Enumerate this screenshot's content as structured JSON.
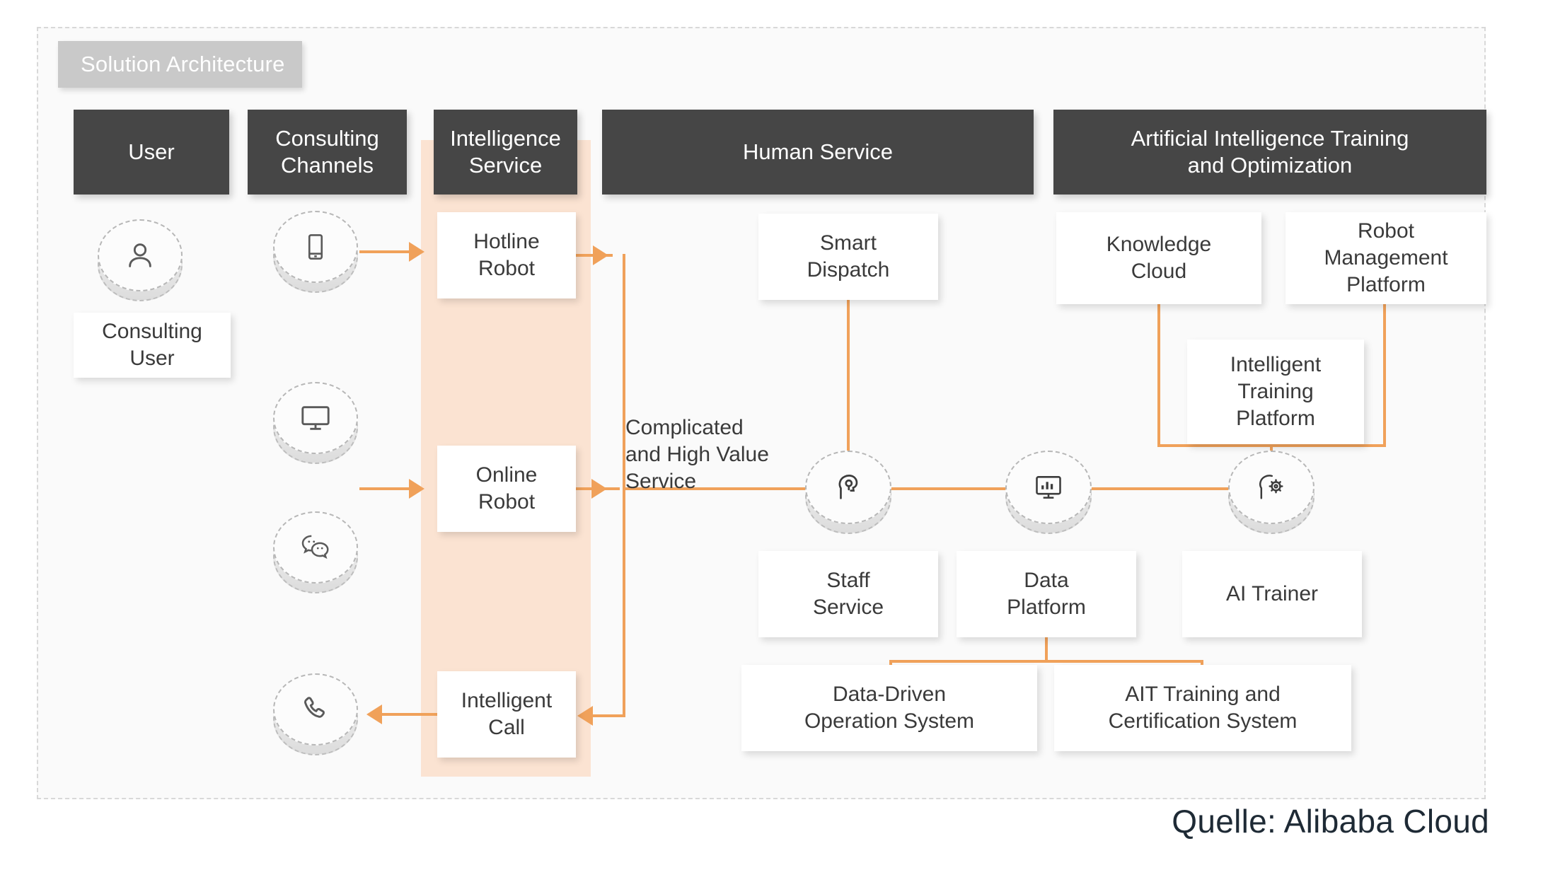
{
  "diagram": {
    "tag_label": "Solution Architecture",
    "source_caption": "Quelle: Alibaba Cloud",
    "accent_color": "#f0a15a",
    "header_color": "#464646",
    "highlight_color": "#fbe3d2",
    "card_color": "#ffffff"
  },
  "headers": [
    {
      "id": "user",
      "label": "User"
    },
    {
      "id": "channels",
      "label": "Consulting\nChannels"
    },
    {
      "id": "intel",
      "label": "Intelligence\nService"
    },
    {
      "id": "human",
      "label": "Human Service"
    },
    {
      "id": "ai",
      "label": "Artificial Intelligence Training\nand Optimization"
    }
  ],
  "header_text": {
    "user": "User",
    "channels_l1": "Consulting",
    "channels_l2": "Channels",
    "intel_l1": "Intelligence",
    "intel_l2": "Service",
    "human": "Human Service",
    "ai_l1": "Artificial Intelligence Training",
    "ai_l2": "and Optimization"
  },
  "cards": {
    "consulting_user_l1": "Consulting",
    "consulting_user_l2": "User",
    "hotline_l1": "Hotline",
    "hotline_l2": "Robot",
    "online_l1": "Online",
    "online_l2": "Robot",
    "intelligent_call_l1": "Intelligent",
    "intelligent_call_l2": "Call",
    "smart_dispatch_l1": "Smart",
    "smart_dispatch_l2": "Dispatch",
    "knowledge_l1": "Knowledge",
    "knowledge_l2": "Cloud",
    "robot_mgmt_l1": "Robot",
    "robot_mgmt_l2": "Management",
    "robot_mgmt_l3": "Platform",
    "intel_training_l1": "Intelligent",
    "intel_training_l2": "Training",
    "intel_training_l3": "Platform",
    "staff_service_l1": "Staff",
    "staff_service_l2": "Service",
    "data_platform_l1": "Data",
    "data_platform_l2": "Platform",
    "ai_trainer": "AI Trainer",
    "data_driven_l1": "Data-Driven",
    "data_driven_l2": "Operation System",
    "ait_training_l1": "AIT Training and",
    "ait_training_l2": "Certification System"
  },
  "labels": {
    "complicated_l1": "Complicated",
    "complicated_l2": "and High Value",
    "complicated_l3": "Service"
  },
  "icons": [
    {
      "id": "user-icon",
      "name": "person-icon",
      "column": "User"
    },
    {
      "id": "mobile-icon",
      "name": "mobile-icon",
      "column": "Consulting Channels"
    },
    {
      "id": "monitor-icon",
      "name": "monitor-icon",
      "column": "Consulting Channels"
    },
    {
      "id": "wechat-icon",
      "name": "wechat-icon",
      "column": "Consulting Channels"
    },
    {
      "id": "phone-icon",
      "name": "phone-icon",
      "column": "Consulting Channels"
    },
    {
      "id": "brain-icon",
      "name": "ai-brain-icon",
      "column": "Human Service"
    },
    {
      "id": "dashboard-icon",
      "name": "dashboard-icon",
      "column": "Human Service"
    },
    {
      "id": "ai-gear-icon",
      "name": "ai-gear-icon",
      "column": "Human Service"
    }
  ]
}
